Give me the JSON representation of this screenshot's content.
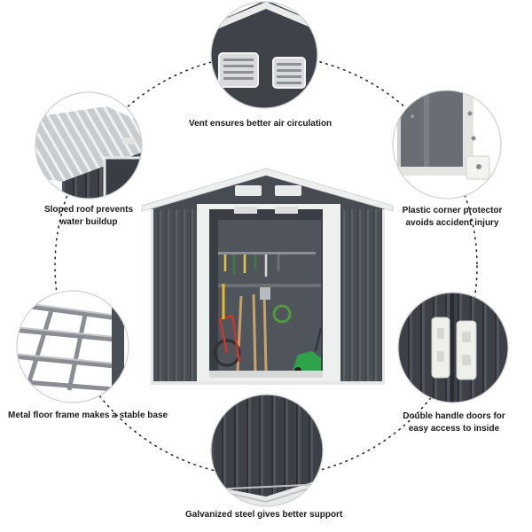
{
  "colors": {
    "shed_body": "#4a4e55",
    "shed_dark": "#2f3238",
    "trim": "#eef0ef",
    "circle_border": "#c8c8c8",
    "dots": "#2a2a2a",
    "text": "#1a1a1a"
  },
  "features": {
    "vent": {
      "line1": "Vent ensures better air circulation"
    },
    "roof": {
      "line1": "Sloped roof prevents",
      "line2": "water buildup"
    },
    "corner": {
      "line1": "Plastic corner protector",
      "line2": "avoids accident injury"
    },
    "floor": {
      "line1": "Metal floor frame makes a stable base"
    },
    "doors": {
      "line1": "Double handle doors for",
      "line2": "easy access to inside"
    },
    "steel": {
      "line1": "Galvanized steel gives better support"
    }
  }
}
